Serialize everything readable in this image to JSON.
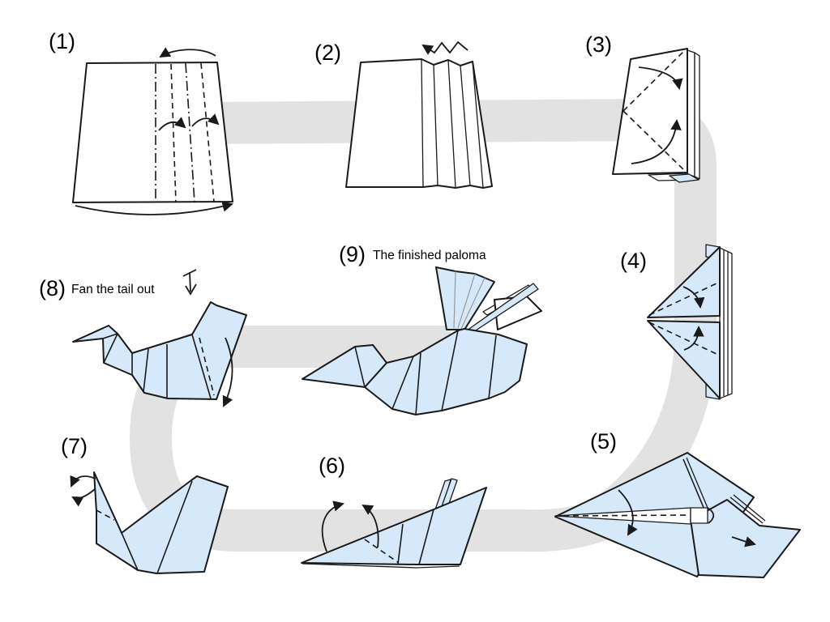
{
  "figure": {
    "colors": {
      "background": "#ffffff",
      "paper_blue": "#d6e9fa",
      "paper_white": "#ffffff",
      "outline": "#1a1a1a",
      "road": "#e2e2e2",
      "fan_line": "#999999",
      "label_text": "#000000"
    },
    "steps": [
      {
        "number": "(1)",
        "caption": ""
      },
      {
        "number": "(2)",
        "caption": ""
      },
      {
        "number": "(3)",
        "caption": ""
      },
      {
        "number": "(4)",
        "caption": ""
      },
      {
        "number": "(5)",
        "caption": ""
      },
      {
        "number": "(6)",
        "caption": ""
      },
      {
        "number": "(7)",
        "caption": ""
      },
      {
        "number": "(8)",
        "caption": "Fan the tail out"
      },
      {
        "number": "(9)",
        "caption": "The finished paloma"
      }
    ]
  }
}
